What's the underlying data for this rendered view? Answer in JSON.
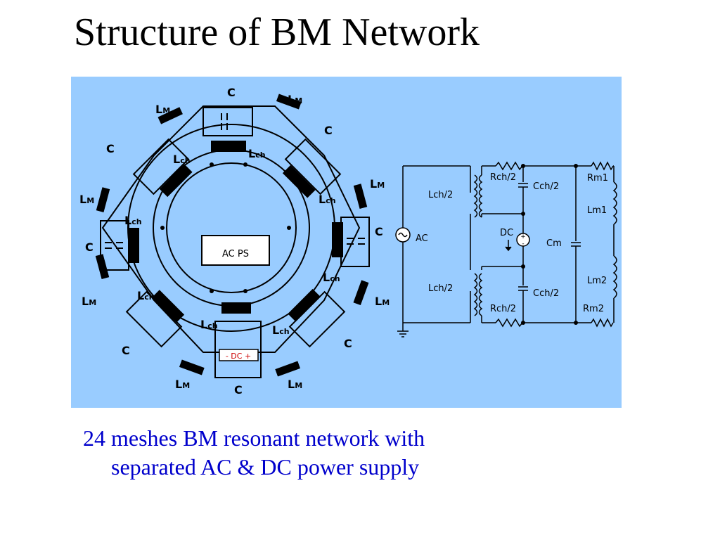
{
  "slide": {
    "title": "Structure of BM Network",
    "caption_line1": "24 meshes  BM resonant network with",
    "caption_line2": "separated AC & DC power supply"
  },
  "ring": {
    "c_label": "C",
    "lm_main": "L",
    "lm_sub": "M",
    "lch_main": "L",
    "lch_sub": "ch",
    "ac_ps": "AC PS",
    "dc": "- DC +"
  },
  "schematic": {
    "ac": "AC",
    "lch_top": "Lch/2",
    "lch_bottom": "Lch/2",
    "rch_top": "Rch/2",
    "rch_bottom": "Rch/2",
    "cch_top": "Cch/2",
    "cch_bottom": "Cch/2",
    "dc": "DC",
    "cm": "Cm",
    "rm1": "Rm1",
    "lm1": "Lm1",
    "lm2": "Lm2",
    "rm2": "Rm2"
  },
  "colors": {
    "panel": "#99ccff",
    "caption": "#0000cc",
    "label_red": "#cc0000"
  }
}
